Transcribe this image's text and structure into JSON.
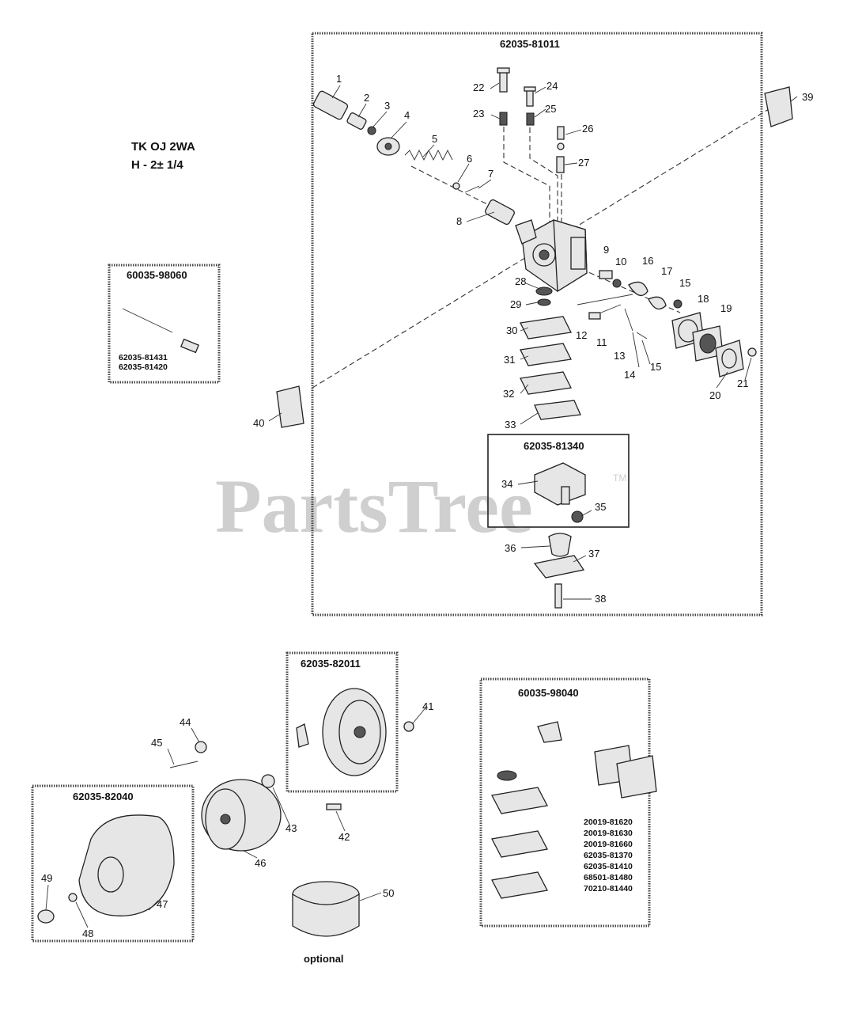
{
  "model": {
    "line1": "TK OJ 2WA",
    "line2": "H - 2± 1/4"
  },
  "watermark": {
    "text": "PartsTree",
    "tm": "TM"
  },
  "optional_label": "optional",
  "groups": {
    "carburetor": "62035-81011",
    "adjust_kit": "60035-98060",
    "adjust_kit_parts": [
      "62035-81431",
      "62035-81420"
    ],
    "pump": "62035-81340",
    "starter": "62035-82011",
    "cover": "62035-82040",
    "repair_kit": "60035-98040",
    "repair_kit_parts": [
      "20019-81620",
      "20019-81630",
      "20019-81660",
      "62035-81370",
      "62035-81410",
      "68501-81480",
      "70210-81440"
    ]
  },
  "callouts": [
    "1",
    "2",
    "3",
    "4",
    "5",
    "6",
    "7",
    "8",
    "9",
    "10",
    "11",
    "12",
    "13",
    "14",
    "15",
    "15",
    "16",
    "17",
    "18",
    "19",
    "20",
    "21",
    "22",
    "23",
    "24",
    "25",
    "26",
    "27",
    "28",
    "29",
    "30",
    "31",
    "32",
    "33",
    "34",
    "35",
    "36",
    "37",
    "38",
    "39",
    "40",
    "41",
    "42",
    "43",
    "44",
    "45",
    "46",
    "47",
    "48",
    "49",
    "50"
  ]
}
